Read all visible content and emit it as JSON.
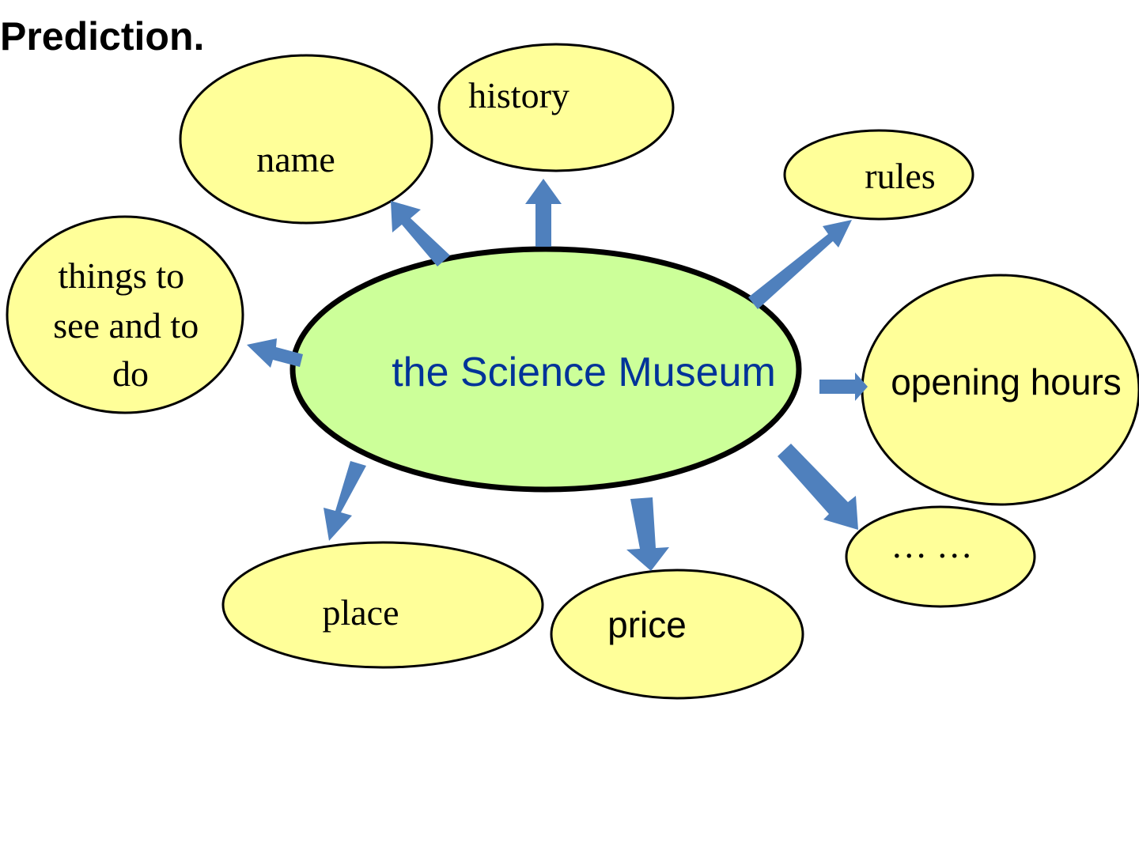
{
  "title": "Prediction.",
  "colors": {
    "center_fill": "#ccff99",
    "node_fill": "#ffff99",
    "arrow": "#4f80bd",
    "center_text": "#003399"
  },
  "center": {
    "label": "the Science Museum"
  },
  "nodes": {
    "name": {
      "label": "name"
    },
    "history": {
      "label": "history"
    },
    "rules": {
      "label": "rules"
    },
    "things": {
      "lines": [
        "things to",
        "see and to",
        "do"
      ]
    },
    "opening_hours": {
      "label": "opening hours"
    },
    "place": {
      "label": "place"
    },
    "price": {
      "label": "price"
    },
    "more": {
      "label": "… …"
    }
  }
}
